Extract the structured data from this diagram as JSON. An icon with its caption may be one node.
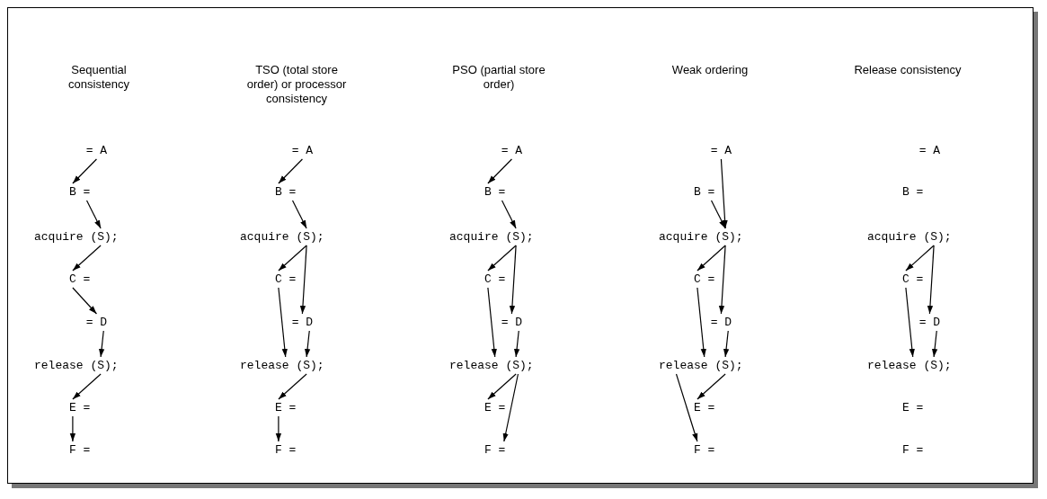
{
  "diagram": {
    "nodes": [
      {
        "text": [
          "= A"
        ]
      },
      {
        "text": [
          "B ="
        ]
      },
      {
        "text": [
          "acquire (S);"
        ]
      },
      {
        "text": [
          "C ="
        ]
      },
      {
        "text": [
          "= D"
        ]
      },
      {
        "text": [
          "release (S);"
        ]
      },
      {
        "text": [
          "E ="
        ]
      },
      {
        "text": [
          "F ="
        ]
      },
      {
        "text": [
          "= A"
        ]
      },
      {
        "text": [
          "B ="
        ]
      },
      {
        "text": [
          "acquire (S);"
        ]
      },
      {
        "text": [
          "C ="
        ]
      },
      {
        "text": [
          "= D"
        ]
      },
      {
        "text": [
          "release (S);"
        ]
      },
      {
        "text": [
          "E ="
        ]
      },
      {
        "text": [
          "F ="
        ]
      },
      {
        "text": [
          "= A"
        ]
      },
      {
        "text": [
          "B ="
        ]
      },
      {
        "text": [
          "acquire (S);"
        ]
      },
      {
        "text": [
          "C ="
        ]
      },
      {
        "text": [
          "= D"
        ]
      },
      {
        "text": [
          "release (S);"
        ]
      },
      {
        "text": [
          "E ="
        ]
      },
      {
        "text": [
          "F ="
        ]
      },
      {
        "text": [
          "= A"
        ]
      },
      {
        "text": [
          "B ="
        ]
      },
      {
        "text": [
          "acquire (S);"
        ]
      },
      {
        "text": [
          "C ="
        ]
      },
      {
        "text": [
          "= D"
        ]
      },
      {
        "text": [
          "release (S);"
        ]
      },
      {
        "text": [
          "E ="
        ]
      },
      {
        "text": [
          "F ="
        ]
      },
      {
        "text": [
          "= A"
        ]
      },
      {
        "text": [
          "B ="
        ]
      },
      {
        "text": [
          "acquire (S);"
        ]
      },
      {
        "text": [
          "C ="
        ]
      },
      {
        "text": [
          "= D"
        ]
      },
      {
        "text": [
          "release (S);"
        ]
      },
      {
        "text": [
          "E ="
        ]
      },
      {
        "text": [
          "F ="
        ]
      }
    ],
    "edges": [
      {
        "from": 0,
        "to": 1,
        "arrow": "to"
      },
      {
        "from": 1,
        "to": 2,
        "arrow": "to"
      },
      {
        "from": 2,
        "to": 3,
        "arrow": "to"
      },
      {
        "from": 3,
        "to": 4,
        "arrow": "to"
      },
      {
        "from": 4,
        "to": 5,
        "arrow": "to"
      },
      {
        "from": 5,
        "to": 6,
        "arrow": "to"
      },
      {
        "from": 6,
        "to": 7,
        "arrow": "to"
      },
      {
        "from": 8,
        "to": 9,
        "arrow": "to"
      },
      {
        "from": 9,
        "to": 10,
        "arrow": "to"
      },
      {
        "from": 10,
        "to": 11,
        "arrow": "to"
      },
      {
        "from": 10,
        "to": 12,
        "arrow": "to"
      },
      {
        "from": 11,
        "to": 13,
        "arrow": "to"
      },
      {
        "from": 12,
        "to": 13,
        "arrow": "to"
      },
      {
        "from": 13,
        "to": 14,
        "arrow": "to"
      },
      {
        "from": 14,
        "to": 15,
        "arrow": "to"
      },
      {
        "from": 16,
        "to": 17,
        "arrow": "to"
      },
      {
        "from": 17,
        "to": 18,
        "arrow": "to"
      },
      {
        "from": 18,
        "to": 19,
        "arrow": "to"
      },
      {
        "from": 18,
        "to": 20,
        "arrow": "to"
      },
      {
        "from": 19,
        "to": 21,
        "arrow": "to"
      },
      {
        "from": 20,
        "to": 21,
        "arrow": "to"
      },
      {
        "from": 21,
        "to": 22,
        "arrow": "to"
      },
      {
        "from": 21,
        "to": 23,
        "arrow": "to"
      },
      {
        "from": 24,
        "to": 26,
        "arrow": "to"
      },
      {
        "from": 25,
        "to": 26,
        "arrow": "to"
      },
      {
        "from": 26,
        "to": 27,
        "arrow": "to"
      },
      {
        "from": 26,
        "to": 28,
        "arrow": "to"
      },
      {
        "from": 27,
        "to": 29,
        "arrow": "to"
      },
      {
        "from": 28,
        "to": 29,
        "arrow": "to"
      },
      {
        "from": 29,
        "to": 30,
        "arrow": "to"
      },
      {
        "from": 29,
        "to": 31,
        "arrow": "to"
      },
      {
        "from": 34,
        "to": 35,
        "arrow": "to"
      },
      {
        "from": 34,
        "to": 36,
        "arrow": "to"
      },
      {
        "from": 35,
        "to": 37,
        "arrow": "to"
      },
      {
        "from": 36,
        "to": 37,
        "arrow": "to"
      }
    ],
    "labels": [
      "Sequential consistency",
      "TSO (total store order) or processor consistency",
      "PSO (partial store order)",
      "Weak ordering",
      "Release consistency"
    ]
  }
}
